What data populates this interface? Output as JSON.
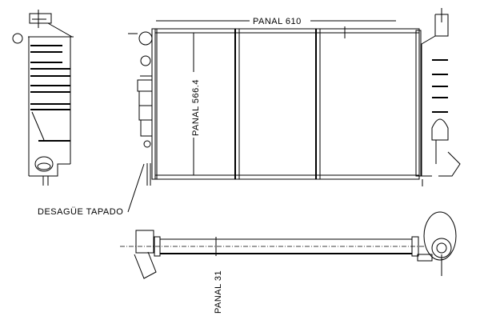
{
  "labels": {
    "panel_width": "PANAL  610",
    "panel_height": "PANAL  566.4",
    "drain": "DESAGÜE  TAPADO",
    "panel_depth": "PANAL  31"
  }
}
